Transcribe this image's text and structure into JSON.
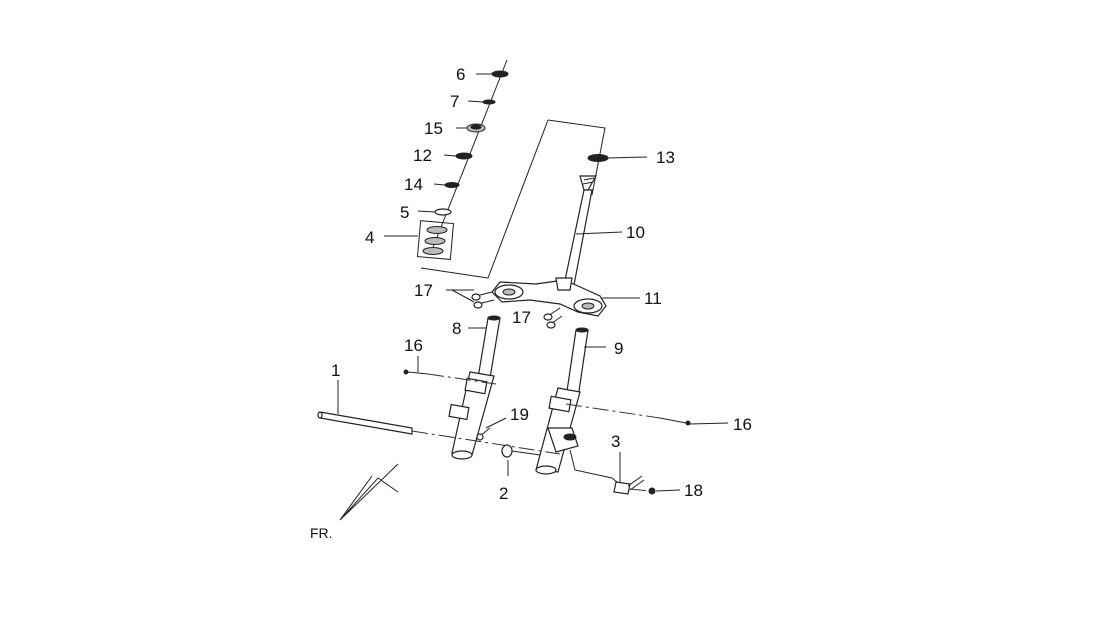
{
  "diagram": {
    "callouts": [
      {
        "id": "c6",
        "text": "6"
      },
      {
        "id": "c7",
        "text": "7"
      },
      {
        "id": "c15",
        "text": "15"
      },
      {
        "id": "c12",
        "text": "12"
      },
      {
        "id": "c14",
        "text": "14"
      },
      {
        "id": "c5",
        "text": "5"
      },
      {
        "id": "c4",
        "text": "4"
      },
      {
        "id": "c13",
        "text": "13"
      },
      {
        "id": "c10",
        "text": "10"
      },
      {
        "id": "c17a",
        "text": "17"
      },
      {
        "id": "c11",
        "text": "11"
      },
      {
        "id": "c17b",
        "text": "17"
      },
      {
        "id": "c8",
        "text": "8"
      },
      {
        "id": "c9",
        "text": "9"
      },
      {
        "id": "c16a",
        "text": "16"
      },
      {
        "id": "c1",
        "text": "1"
      },
      {
        "id": "c19",
        "text": "19"
      },
      {
        "id": "c16b",
        "text": "16"
      },
      {
        "id": "c3",
        "text": "3"
      },
      {
        "id": "c2",
        "text": "2"
      },
      {
        "id": "c18",
        "text": "18"
      }
    ],
    "direction_label": "FR."
  }
}
